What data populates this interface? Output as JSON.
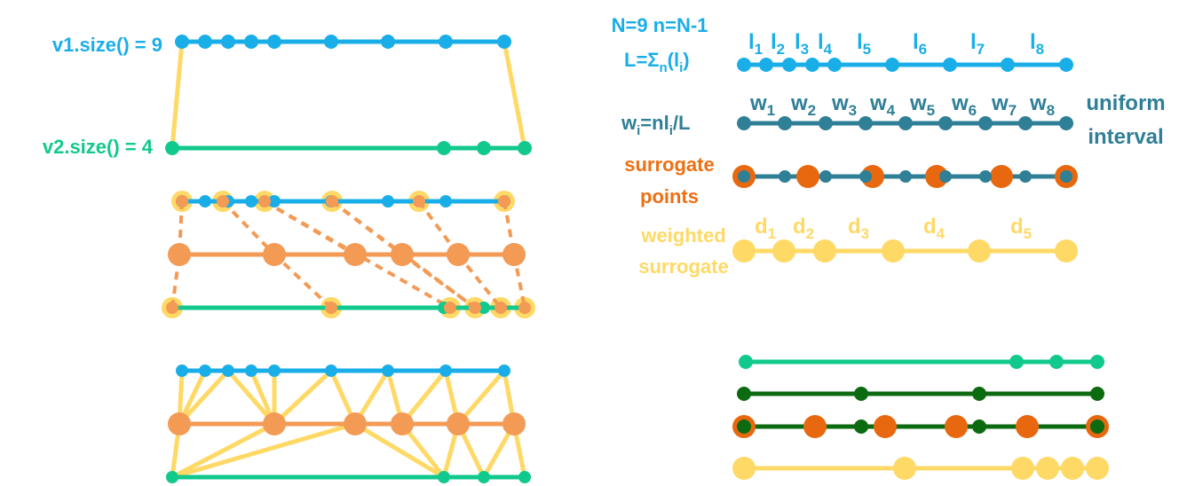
{
  "colors": {
    "cyan": "#1aaee8",
    "green": "#12c98d",
    "yellow": "#ffd966",
    "salmon": "#f39a55",
    "teal": "#2f7f97",
    "darkOrange": "#e8680f",
    "darkGreen": "#0c6a10"
  },
  "labels": {
    "v1_size": "v1.size() = 9",
    "v2_size": "v2.size() = 4",
    "n_def": "N=9 n=N-1",
    "l_def_main": "L=Σ",
    "l_def_sub1": "n",
    "l_def_paren": "(l",
    "l_def_sub2": "i",
    "l_def_close": ")",
    "w_def_main": "w",
    "w_def_sub1": "i",
    "w_def_mid": "=nl",
    "w_def_sub2": "i",
    "w_def_end": "/L",
    "uniform": "uniform",
    "interval": "interval",
    "surrogate": "surrogate",
    "points": "points",
    "weighted": "weighted",
    "weighted_surrogate": "surrogate"
  },
  "segment_labels": {
    "l": [
      {
        "main": "l",
        "sub": "1"
      },
      {
        "main": "l",
        "sub": "2"
      },
      {
        "main": "l",
        "sub": "3"
      },
      {
        "main": "l",
        "sub": "4"
      },
      {
        "main": "l",
        "sub": "5"
      },
      {
        "main": "l",
        "sub": "6"
      },
      {
        "main": "l",
        "sub": "7"
      },
      {
        "main": "l",
        "sub": "8"
      }
    ],
    "w": [
      {
        "main": "w",
        "sub": "1"
      },
      {
        "main": "w",
        "sub": "2"
      },
      {
        "main": "w",
        "sub": "3"
      },
      {
        "main": "w",
        "sub": "4"
      },
      {
        "main": "w",
        "sub": "5"
      },
      {
        "main": "w",
        "sub": "6"
      },
      {
        "main": "w",
        "sub": "7"
      },
      {
        "main": "w",
        "sub": "8"
      }
    ],
    "d": [
      {
        "main": "d",
        "sub": "1"
      },
      {
        "main": "d",
        "sub": "2"
      },
      {
        "main": "d",
        "sub": "3"
      },
      {
        "main": "d",
        "sub": "4"
      },
      {
        "main": "d",
        "sub": "5"
      }
    ]
  }
}
